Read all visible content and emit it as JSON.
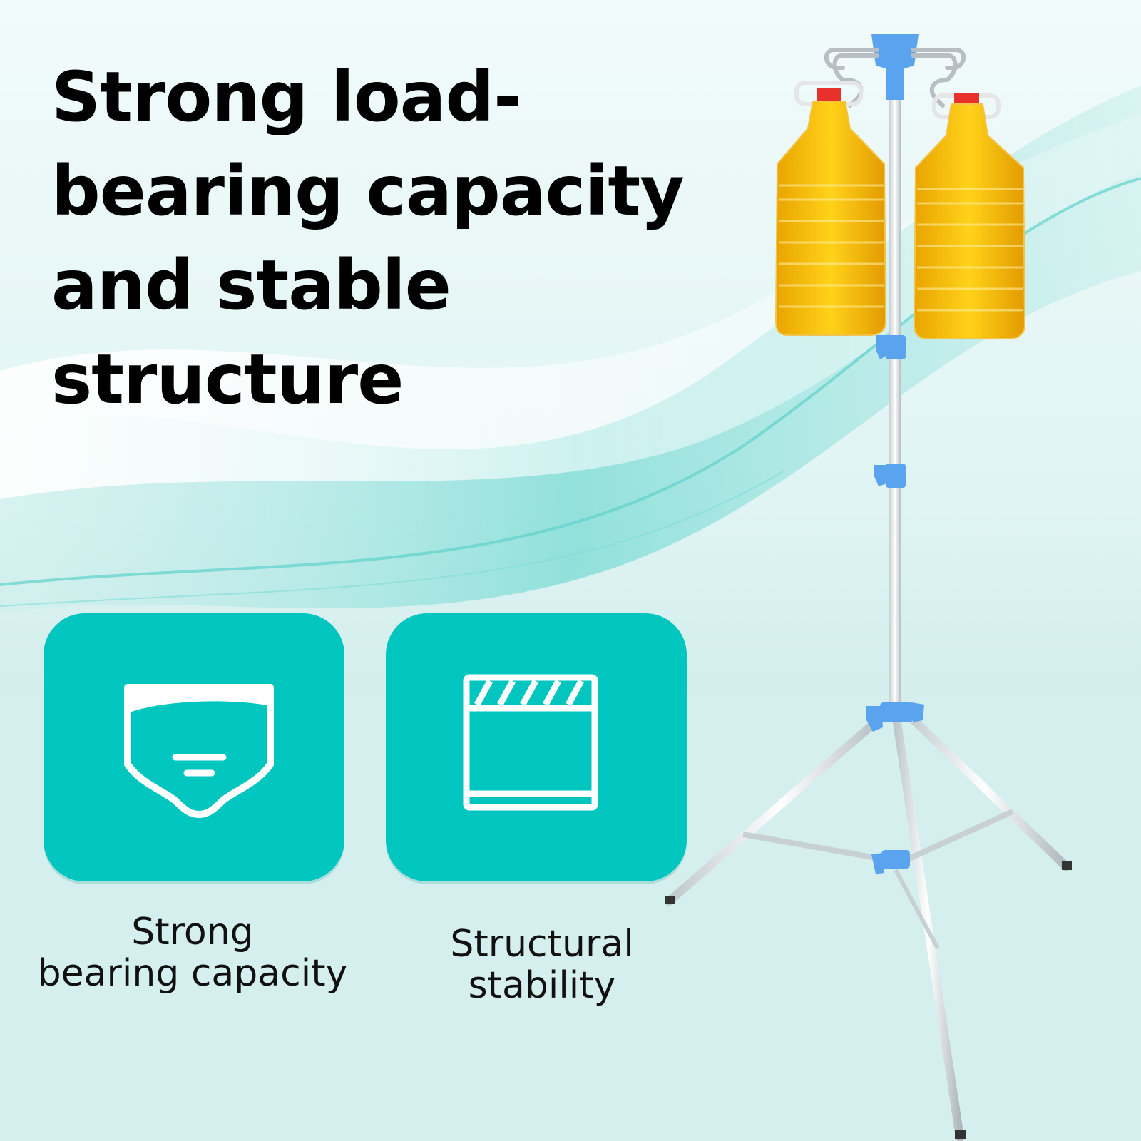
{
  "headline": "Strong load-bearing capacity and stable structure",
  "features": [
    {
      "label": "Strong\nbearing capacity",
      "icon": "load-bearing-basin-icon"
    },
    {
      "label": "Structural stability",
      "icon": "structure-frame-icon"
    }
  ],
  "colors": {
    "card_fill": "#00c6bf",
    "icon_stroke": "#ffffff",
    "headline_text": "#000000",
    "clip_blue": "#5aa3ee",
    "oil_yellow": "#f2b705"
  }
}
